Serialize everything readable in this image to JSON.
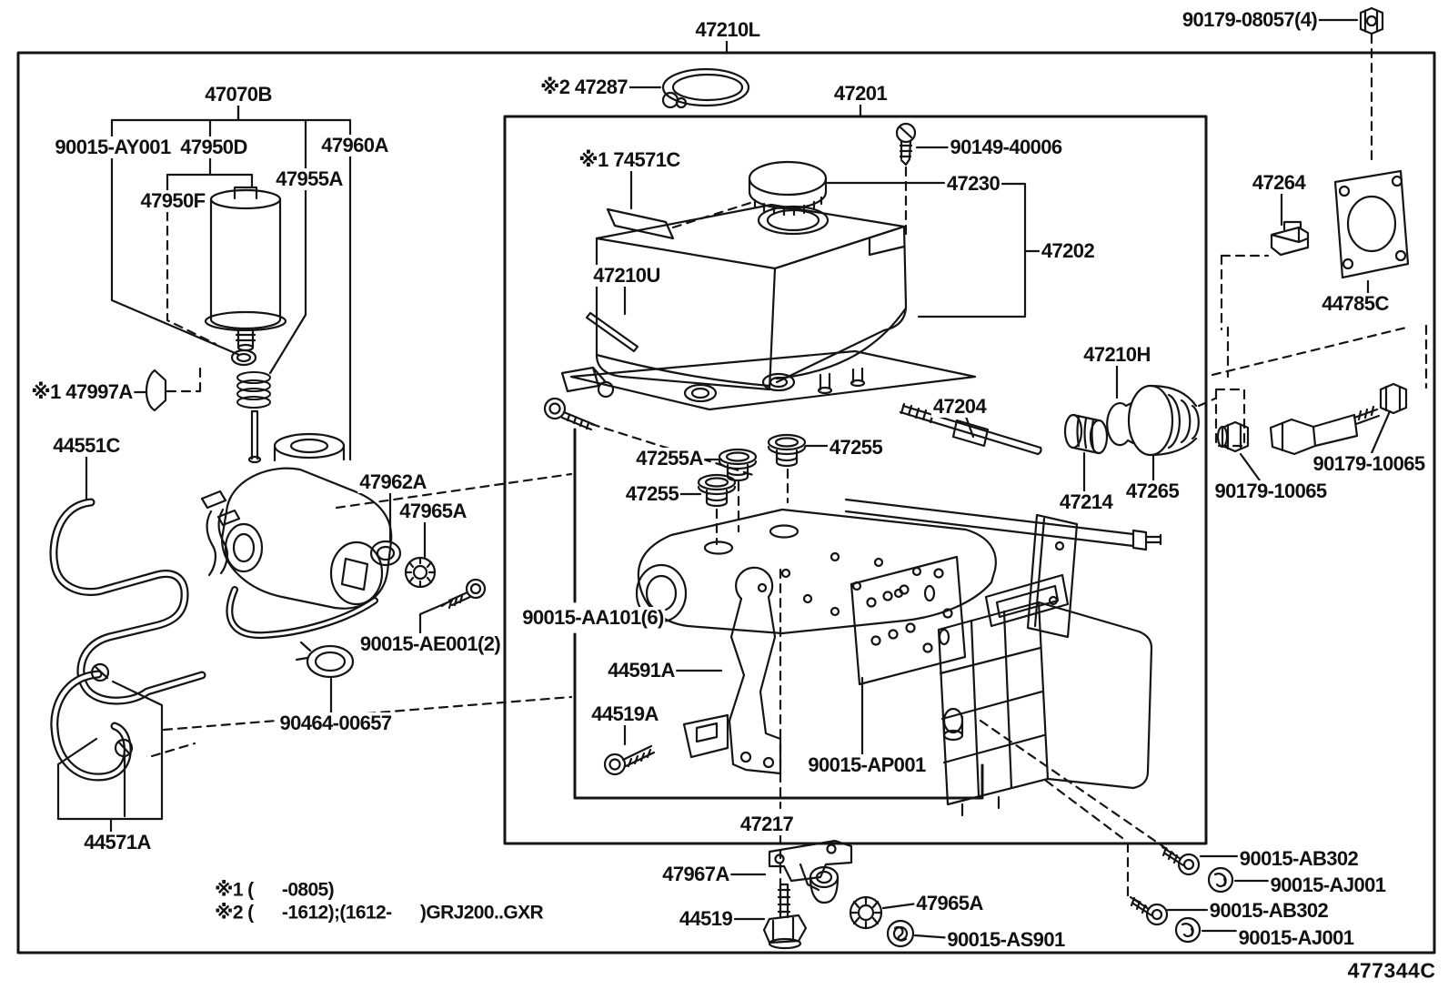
{
  "drawing_code": "477344C",
  "colors": {
    "line": "#141414",
    "background": "#ffffff"
  },
  "notes": {
    "note1": "※1 (      -0805)",
    "note2": "※2 (      -1612);(1612-      )GRJ200..GXR"
  },
  "labels": {
    "a47070B": "47070B",
    "a90015AY001": "90015-AY001",
    "a47950D": "47950D",
    "a47960A": "47960A",
    "a47955A": "47955A",
    "a47950F": "47950F",
    "a47287": "※2 47287",
    "a47210L": "47210L",
    "a47201": "47201",
    "a74571C": "※1 74571C",
    "a90149": "90149-40006",
    "a47230": "47230",
    "a47202": "47202",
    "a47210U": "47210U",
    "a90179_08057": "90179-08057(4)",
    "a47264": "47264",
    "a44785C": "44785C",
    "a47997A": "※1 47997A",
    "a44551C": "44551C",
    "a47962A": "47962A",
    "a47965A_u": "47965A",
    "a90015AE001": "90015-AE001(2)",
    "a90464": "90464-00657",
    "a44571A": "44571A",
    "a47255A": "47255A",
    "a47255_r": "47255",
    "a47255_l": "47255",
    "a47204": "47204",
    "a47210H": "47210H",
    "a47214": "47214",
    "a47265": "47265",
    "a90179_10065_l": "90179-10065",
    "a90179_10065_r": "90179-10065",
    "a90015AA101": "90015-AA101(6)",
    "a44591A": "44591A",
    "a44519A": "44519A",
    "a90015AP001": "90015-AP001",
    "a47217": "47217",
    "a47967A": "47967A",
    "a44519": "44519",
    "a47965A_b": "47965A",
    "a90015AS901": "90015-AS901",
    "a90015AB302_1": "90015-AB302",
    "a90015AJ001_1": "90015-AJ001",
    "a90015AB302_2": "90015-AB302",
    "a90015AJ001_2": "90015-AJ001"
  }
}
